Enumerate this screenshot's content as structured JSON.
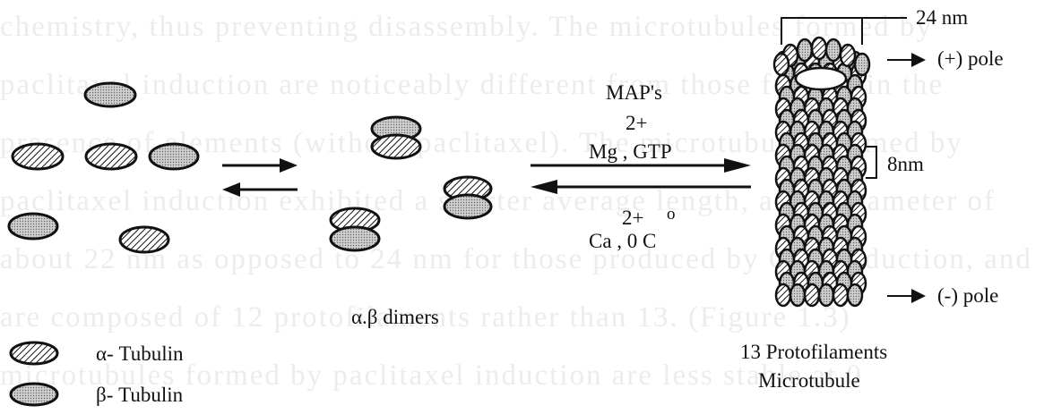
{
  "background_text": [
    "chemistry, thus preventing disassembly. The microtubules formed by",
    "paclitaxel induction are noticeably different from those formed in the",
    "presence of elements (without paclitaxel). The microtubules formed by",
    "paclitaxel induction exhibited a shorter average length, and a diameter of",
    "about 22 nm as opposed to 24 nm for those produced by GTP induction, and",
    "are composed of 12 protofilaments rather than 13. (Figure 1.3)",
    "microtubules formed by paclitaxel induction are less stable at 0"
  ],
  "forward_conditions": {
    "line1": "MAP's",
    "charge": "2+",
    "line2": "Mg , GTP"
  },
  "reverse_conditions": {
    "charge": "2+",
    "degree": "o",
    "line": "Ca , 0 C"
  },
  "scale_top": "24 nm",
  "plus_pole": "(+) pole",
  "scale_side": "8nm",
  "minus_pole": "(-) pole",
  "dimers_label": "α.β dimers",
  "microtubule_label_1": "13 Protofilaments",
  "microtubule_label_2": "Microtubule",
  "legend": [
    {
      "label": "α- Tubulin",
      "pattern": "hatched"
    },
    {
      "label": "β- Tubulin",
      "pattern": "dotted"
    }
  ],
  "colors": {
    "outline": "#111111",
    "beta_fill": "#c6c6c6",
    "alpha_fill": "#ffffff"
  }
}
